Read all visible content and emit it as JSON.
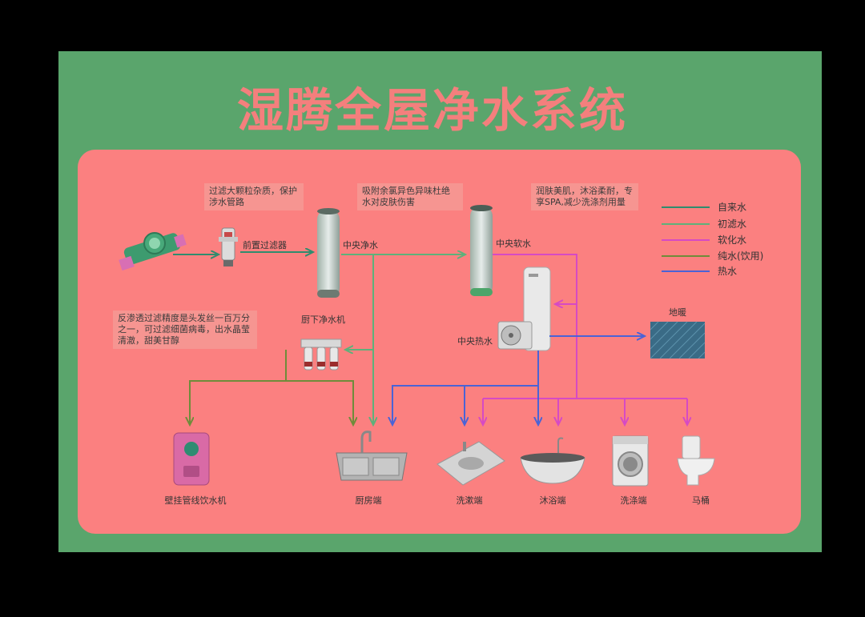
{
  "title": "湿腾全屋净水系统",
  "notes": {
    "prefilter": "过滤大颗粒杂质，保护涉水管路",
    "central_purifier": "吸附余氯异色异味杜绝水对皮肤伤害",
    "softener": "润肤美肌，沐浴柔耐，专享SPA,减少洗涤剂用量",
    "ro": "反渗透过滤精度是头发丝一百万分之一，可过滤细菌病毒，出水晶莹清澈，甜美甘醇"
  },
  "labels": {
    "prefilter": "前置过滤器",
    "central_purifier": "中央净水",
    "softener": "中央软水",
    "undersink": "厨下净水机",
    "heater": "中央热水",
    "floor_heating": "地暖"
  },
  "endpoints": [
    "壁挂管线饮水机",
    "厨房端",
    "洗漱端",
    "沐浴端",
    "洗涤端",
    "马桶"
  ],
  "legend": [
    {
      "label": "自来水",
      "color": "#2f8c6e"
    },
    {
      "label": "初滤水",
      "color": "#5db17a"
    },
    {
      "label": "软化水",
      "color": "#d64ac4"
    },
    {
      "label": "纯水(饮用)",
      "color": "#6f8c3a"
    },
    {
      "label": "热水",
      "color": "#4a63d6"
    }
  ]
}
